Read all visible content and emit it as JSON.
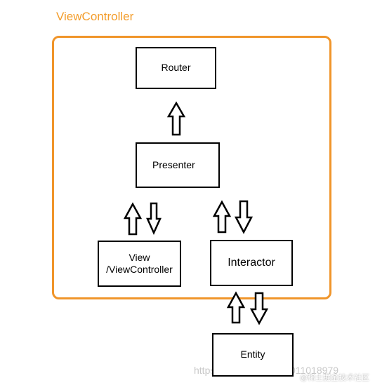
{
  "container": {
    "label": "ViewController",
    "border_color": "#f0952a"
  },
  "boxes": {
    "router": "Router",
    "presenter": "Presenter",
    "view_line1": "View",
    "view_line2": "/ViewController",
    "interactor": "Interactor",
    "entity": "Entity"
  },
  "watermark": {
    "url": "https://blog.csdn.net/u011018979",
    "credit": "@稀土掘金技术社区"
  },
  "icons": [
    "arrow-up-icon",
    "arrow-down-icon"
  ]
}
